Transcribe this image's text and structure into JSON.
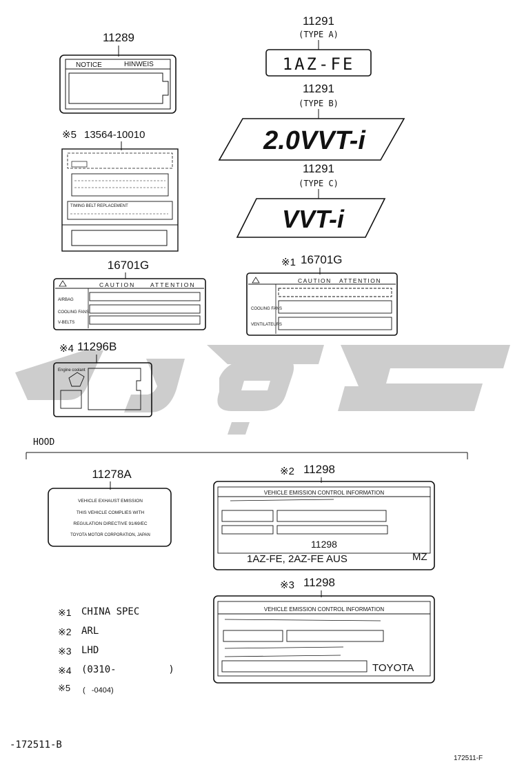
{
  "parts": {
    "p11289": {
      "number": "11289",
      "header_left": "NOTICE",
      "header_right": "HINWEIS"
    },
    "p13564": {
      "mark": "※5",
      "number": "13564-10010",
      "text": "TIMING BELT REPLACEMENT"
    },
    "p11291a": {
      "number": "11291",
      "type": "(TYPE  A)",
      "text": "1AZ-FE"
    },
    "p11291b": {
      "number": "11291",
      "type": "(TYPE  B)",
      "text": "2.0VVT-i"
    },
    "p11291c": {
      "number": "11291",
      "type": "(TYPE  C)",
      "text": "VVT-i"
    },
    "p16701g_left": {
      "number": "16701G",
      "caution": "CAUTION",
      "attention": "ATTENTION",
      "rows": [
        "AIRBAG",
        "COOLING FANS",
        "V-BELTS"
      ]
    },
    "p16701g_right": {
      "mark": "※1",
      "number": "16701G",
      "caution": "CAUTION",
      "attention": "ATTENTION",
      "rows": [
        "",
        "COOLING FANS",
        "VENTILATEURS"
      ]
    },
    "p11296b": {
      "mark": "※4",
      "number": "11296B",
      "text": "Engine coolant"
    },
    "p11278a": {
      "number": "11278A",
      "lines": [
        "VEHICLE  EXHAUST  EMISSION",
        "THIS  VEHICLE  COMPLIES  WITH",
        "REGULATION  DIRECTIVE  91/69/EC",
        "TOYOTA MOTOR CORPORATION, JAPAN"
      ]
    },
    "p11298_arl": {
      "mark": "※2",
      "number": "11298",
      "title": "VEHICLE EMISSION CONTROL INFORMATION",
      "inner_number": "11298",
      "models": "1AZ-FE, 2AZ-FE   AUS",
      "code": "MZ"
    },
    "p11298_lhd": {
      "mark": "※3",
      "number": "11298",
      "title": "VEHICLE EMISSION CONTROL INFORMATION",
      "brand": "TOYOTA"
    }
  },
  "section": {
    "hood": "HOOD"
  },
  "legend": [
    {
      "mark": "※1",
      "text": "CHINA SPEC"
    },
    {
      "mark": "※2",
      "text": "ARL"
    },
    {
      "mark": "※3",
      "text": "LHD"
    },
    {
      "mark": "※4",
      "text": "(0310-         )"
    },
    {
      "mark": "※5",
      "text": "(   -0404)"
    }
  ],
  "footer": {
    "left_code": "-172511-B",
    "right_code": "172511-F"
  },
  "colors": {
    "ink": "#111111",
    "watermark": "#c8c8c8"
  }
}
